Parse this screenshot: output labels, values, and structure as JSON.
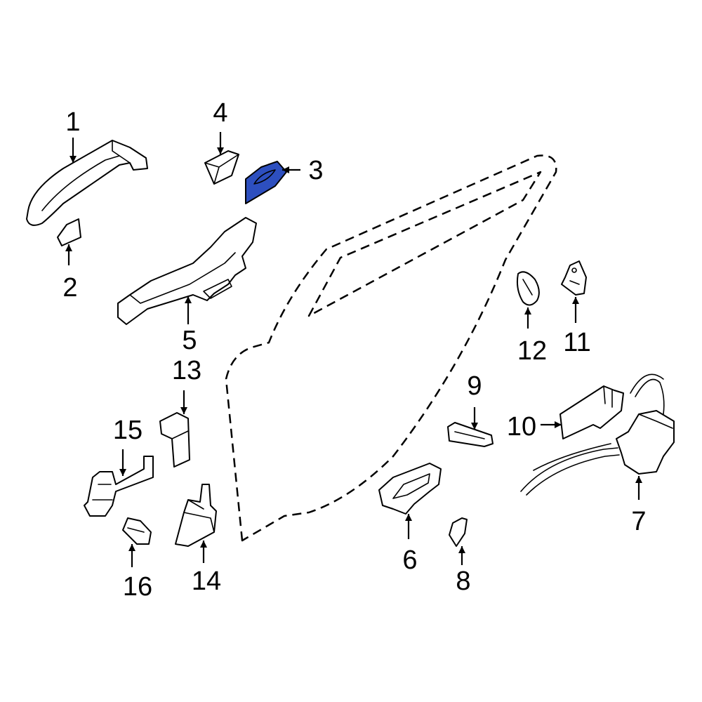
{
  "colors": {
    "background": "#ffffff",
    "line": "#000000",
    "highlight": "#2d4fbf"
  },
  "highlighted_part": "3",
  "callouts": [
    {
      "id": "c1",
      "text": "1"
    },
    {
      "id": "c2",
      "text": "2"
    },
    {
      "id": "c3",
      "text": "3"
    },
    {
      "id": "c4",
      "text": "4"
    },
    {
      "id": "c5",
      "text": "5"
    },
    {
      "id": "c6",
      "text": "6"
    },
    {
      "id": "c7",
      "text": "7"
    },
    {
      "id": "c8",
      "text": "8"
    },
    {
      "id": "c9",
      "text": "9"
    },
    {
      "id": "c10",
      "text": "10"
    },
    {
      "id": "c11",
      "text": "11"
    },
    {
      "id": "c12",
      "text": "12"
    },
    {
      "id": "c13",
      "text": "13"
    },
    {
      "id": "c14",
      "text": "14"
    },
    {
      "id": "c15",
      "text": "15"
    },
    {
      "id": "c16",
      "text": "16"
    }
  ]
}
